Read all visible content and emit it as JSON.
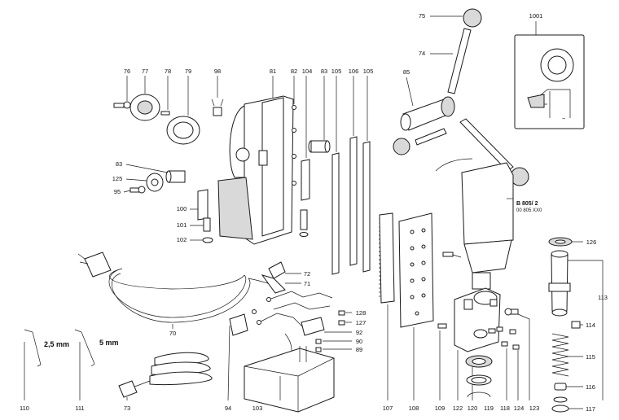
{
  "labels": {
    "p75": "75",
    "p74": "74",
    "p1001": "1001",
    "p85": "85",
    "p76": "76",
    "p77": "77",
    "p78": "78",
    "p79": "79",
    "p98": "98",
    "p81": "81",
    "p82": "82",
    "p104": "104",
    "p83a": "83",
    "p105a": "105",
    "p106": "106",
    "p105b": "105",
    "p83b": "83",
    "p125": "125",
    "p95": "95",
    "p100": "100",
    "p101": "101",
    "p102": "102",
    "p72": "72",
    "p71": "71",
    "p128": "128",
    "p127": "127",
    "p92": "92",
    "p90": "90",
    "p89": "89",
    "p70": "70",
    "p126": "126",
    "p113": "113",
    "p114": "114",
    "p115": "115",
    "p116": "116",
    "p117": "117",
    "p110": "110",
    "p111": "111",
    "p73": "73",
    "p94": "94",
    "p103": "103",
    "p107": "107",
    "p108": "108",
    "p109": "109",
    "p122": "122",
    "p120": "120",
    "p119": "119",
    "p118": "118",
    "p124": "124",
    "p123": "123"
  },
  "tool_labels": {
    "hex25": "2,5 mm",
    "hex5": "5 mm"
  },
  "model": {
    "name": "B 805/ 2",
    "code": "00 805 XX0"
  }
}
